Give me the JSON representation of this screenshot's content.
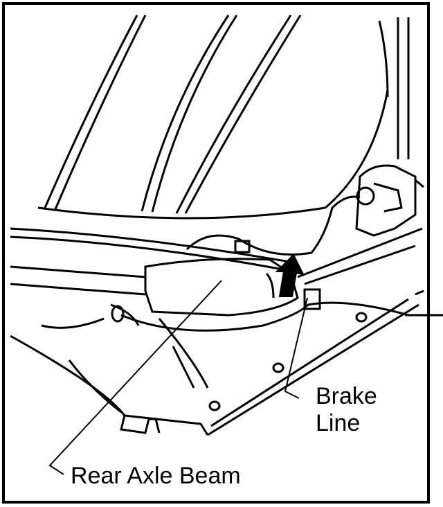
{
  "labels": {
    "brake_line_1": "Brake",
    "brake_line_2": "Line",
    "rear_axle_beam": "Rear Axle Beam"
  },
  "colors": {
    "ink": "#000000",
    "paper": "#ffffff"
  }
}
